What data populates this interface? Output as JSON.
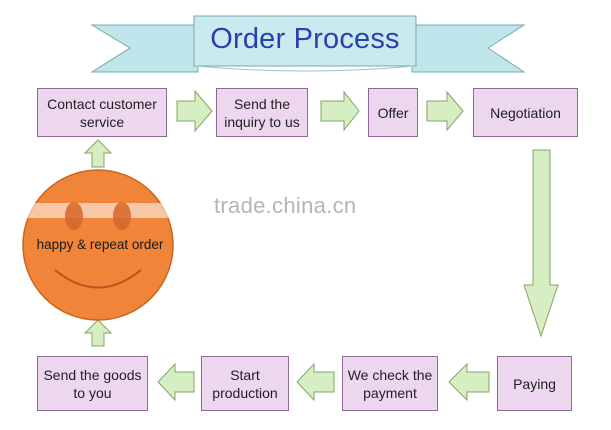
{
  "title": "Order Process",
  "watermark": "trade.china.cn",
  "center_label": "happy & repeat order",
  "steps": [
    {
      "lines": [
        "Contact customer",
        "service"
      ]
    },
    {
      "lines": [
        "Send the",
        "inquiry to us"
      ]
    },
    {
      "lines": [
        "Offer"
      ]
    },
    {
      "lines": [
        "Negotiation"
      ]
    },
    {
      "lines": [
        "Paying"
      ]
    },
    {
      "lines": [
        "We check the",
        "payment"
      ]
    },
    {
      "lines": [
        "Start",
        "production"
      ]
    },
    {
      "lines": [
        "Send the goods",
        "to you"
      ]
    }
  ],
  "colors": {
    "box_fill": "#ecd7ef",
    "box_border": "#8f6a98",
    "arrow_fill": "#d6eec2",
    "arrow_border": "#7fa76a",
    "banner_fill": "#bfe6ea",
    "title_color": "#2a3fb0",
    "face_fill": "#f0853a"
  }
}
